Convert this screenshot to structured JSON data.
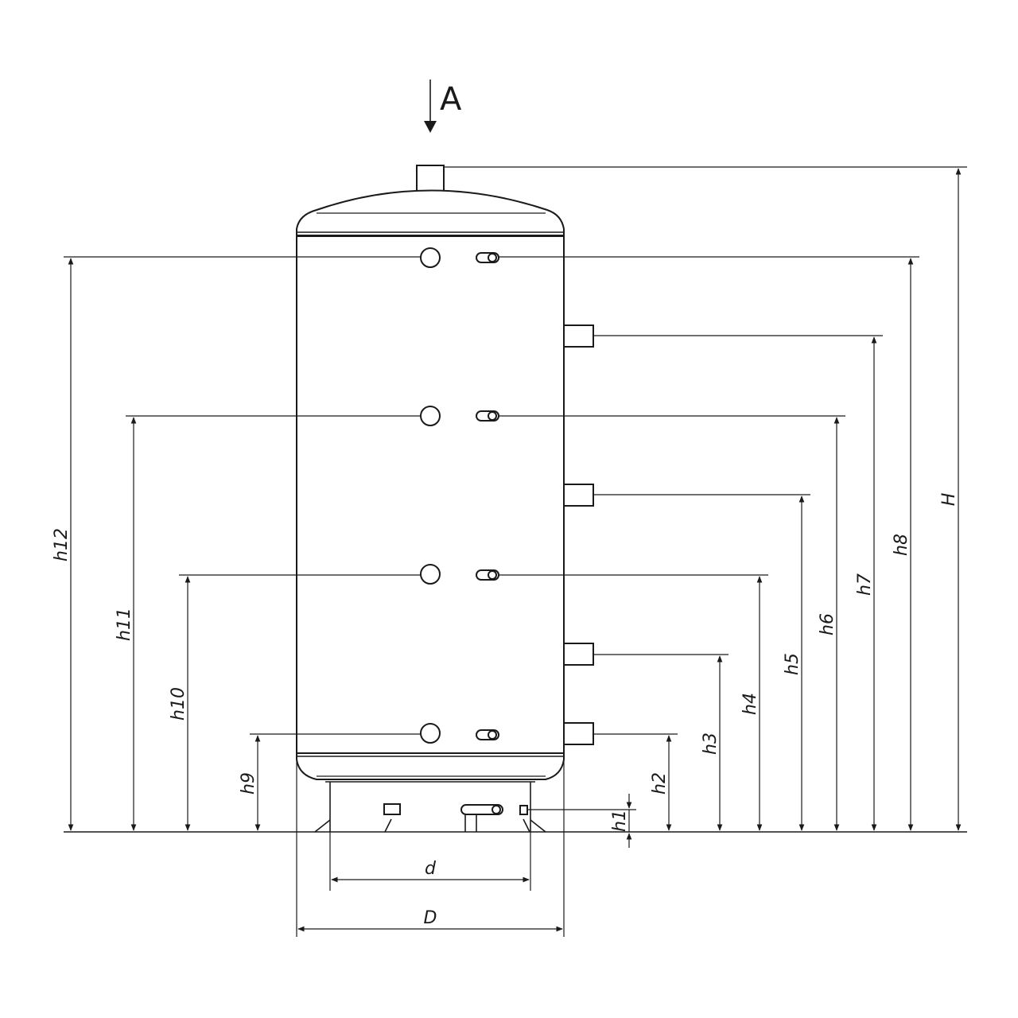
{
  "view_label": "A",
  "labels": {
    "H": "H",
    "h1": "h1",
    "h2": "h2",
    "h3": "h3",
    "h4": "h4",
    "h5": "h5",
    "h6": "h6",
    "h7": "h7",
    "h8": "h8",
    "h9": "h9",
    "h10": "h10",
    "h11": "h11",
    "h12": "h12",
    "d": "d",
    "D": "D"
  }
}
